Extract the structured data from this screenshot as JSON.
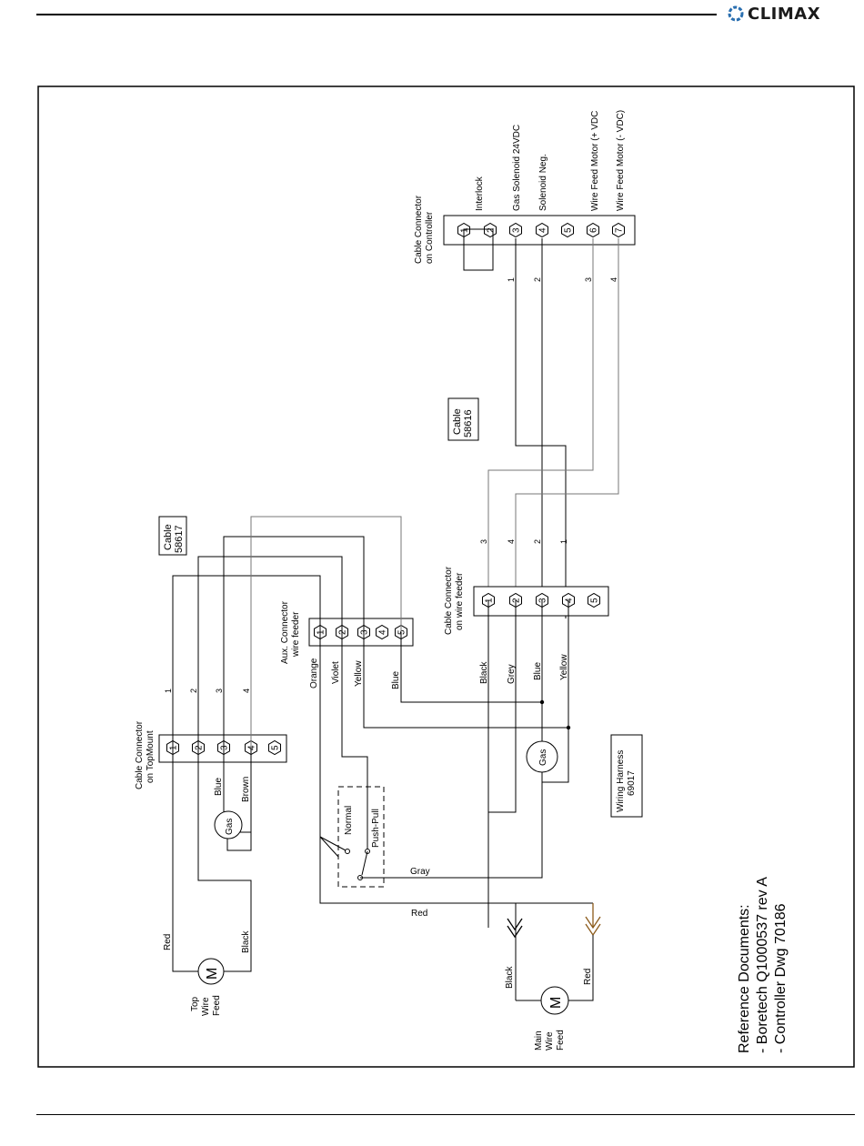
{
  "brand": {
    "name": "CLIMAX"
  },
  "labels": {
    "cc_controller": [
      "Cable Connector",
      "on Controller"
    ],
    "cc_topmount": [
      "Cable Connector",
      "on TopMount"
    ],
    "cc_wirefeeder": [
      "Cable Connector",
      "on wire feeder"
    ],
    "aux_connector": [
      "Aux. Connector",
      "wire feeder"
    ],
    "cable_58617": [
      "Cable",
      "58617"
    ],
    "cable_58616": [
      "Cable",
      "58616"
    ],
    "harness": [
      "Wiring Harness",
      "69017"
    ],
    "top_wire_feed": [
      "Top",
      "Wire",
      "Feed"
    ],
    "main_wire_feed": [
      "Main",
      "Wire",
      "Feed"
    ],
    "ref_docs": [
      "Reference Documents:",
      "- Boretech Q1000537 rev A",
      "- Controller Dwg 70186"
    ]
  },
  "controller_pins": [
    "Interlock",
    "Gas Solenoid 24VDC",
    "Solenoid Neg.",
    "Wire Feed Motor (+ VDC",
    "Wire Feed Motor (- VDC)"
  ],
  "pin_numbers": [
    "1",
    "2",
    "3",
    "4",
    "5",
    "6",
    "7"
  ],
  "wire_numbers": {
    "controller": [
      "1",
      "2",
      "3",
      "4"
    ],
    "wirefeeder": [
      "3",
      "4",
      "2",
      "1"
    ],
    "topmount": [
      "1",
      "2",
      "3",
      "4"
    ]
  },
  "wire_colors": {
    "aux": [
      "Orange",
      "Violet",
      "Yellow",
      "Blue"
    ],
    "wirefeeder": [
      "Black",
      "Grey",
      "Blue",
      "Yellow"
    ],
    "topmount_gas": [
      "Blue",
      "Brown"
    ],
    "top_motor": [
      "Red",
      "Black"
    ],
    "main_motor": [
      "Black",
      "Red"
    ],
    "gray": "Gray",
    "red": "Red"
  },
  "components": {
    "gas": "Gas",
    "motor": "M",
    "normal": "Normal",
    "push_pull": "Push-Pull"
  }
}
